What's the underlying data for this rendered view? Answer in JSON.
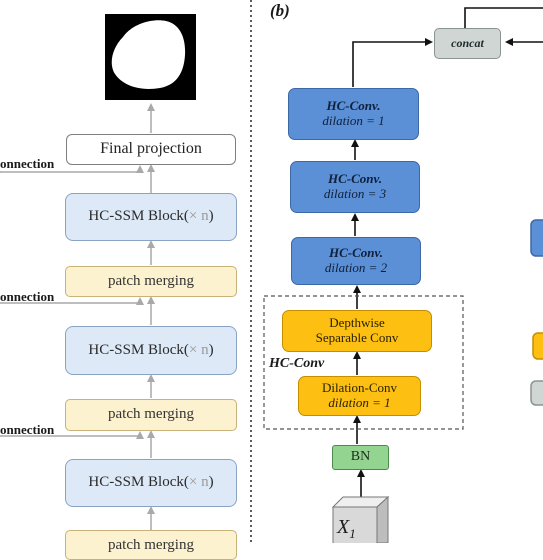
{
  "panel_b_label": "(b)",
  "left_column": {
    "final_projection": "Final projection",
    "block1_text": "HC-SSM Block(",
    "block1_times": "× n",
    "block1_close": ")",
    "patch_merging_1": "patch merging",
    "block2_text": "HC-SSM Block(",
    "block2_times": "× n",
    "block2_close": ")",
    "patch_merging_2": "patch merging",
    "block3_text": "HC-SSM Block(",
    "block3_times": "× n",
    "block3_close": ")",
    "bottom_partial": "patch merging",
    "connection_labels": [
      "onnection",
      "onnection",
      "onnection"
    ]
  },
  "right_column": {
    "concat": "concat",
    "hc_conv_title": "HC-Conv.",
    "dilation_1": "dilation = 1",
    "dilation_3": "dilation = 3",
    "dilation_2": "dilation = 2",
    "depthwise_line1": "Depthwise",
    "depthwise_line2": "Separable Conv",
    "group_label": "HC-Conv",
    "dilation_conv": "Dilation-Conv",
    "dilation_conv_sub": "dilation = 1",
    "bn": "BN",
    "input_base": "X",
    "input_sub": "1"
  },
  "colors": {
    "light_blue": "#dde9f7",
    "blue": "#5b8fd6",
    "orange": "#fcbf12",
    "cream": "#fdf2cf",
    "green": "#93d491",
    "grey": "#cfd6d4"
  }
}
